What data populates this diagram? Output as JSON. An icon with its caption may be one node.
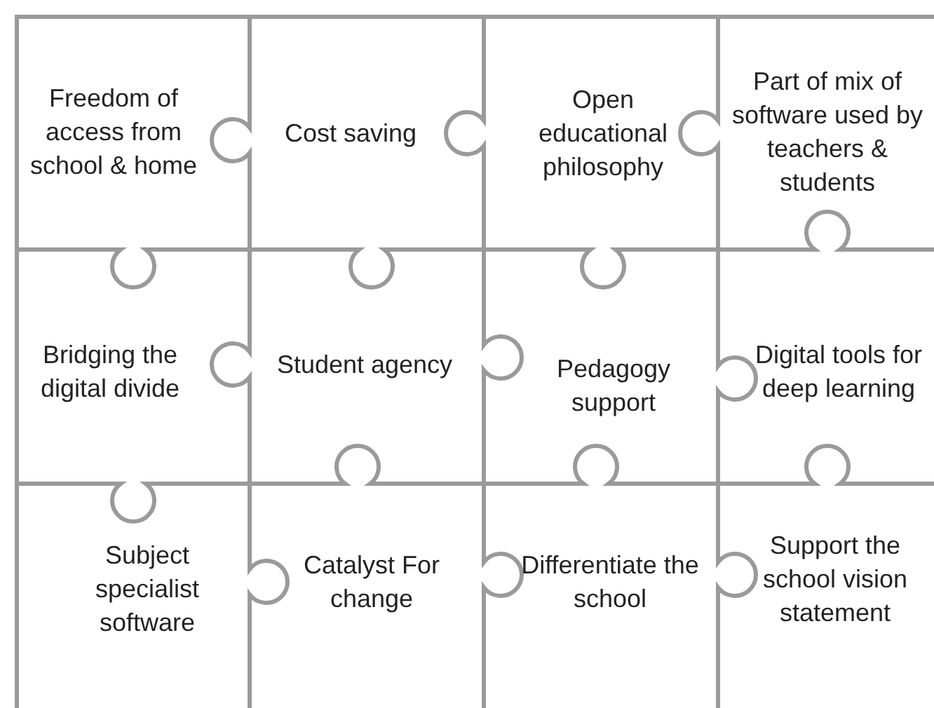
{
  "diagram": {
    "nodes": [
      {
        "text": [
          "Freedom of access from school & home"
        ]
      },
      {
        "text": [
          "Cost saving"
        ]
      },
      {
        "text": [
          "Open educational philosophy"
        ]
      },
      {
        "text": [
          "Part of mix of software used by teachers & students"
        ]
      },
      {
        "text": [
          "Bridging the digital divide"
        ]
      },
      {
        "text": [
          "Student agency"
        ]
      },
      {
        "text": [
          "Pedagogy support"
        ]
      },
      {
        "text": [
          "Digital tools for deep learning"
        ]
      },
      {
        "text": [
          "Subject specialist software"
        ]
      },
      {
        "text": [
          "Catalyst For change"
        ]
      },
      {
        "text": [
          "Differentiate the school"
        ]
      },
      {
        "text": [
          "Support the school vision statement"
        ]
      }
    ]
  }
}
